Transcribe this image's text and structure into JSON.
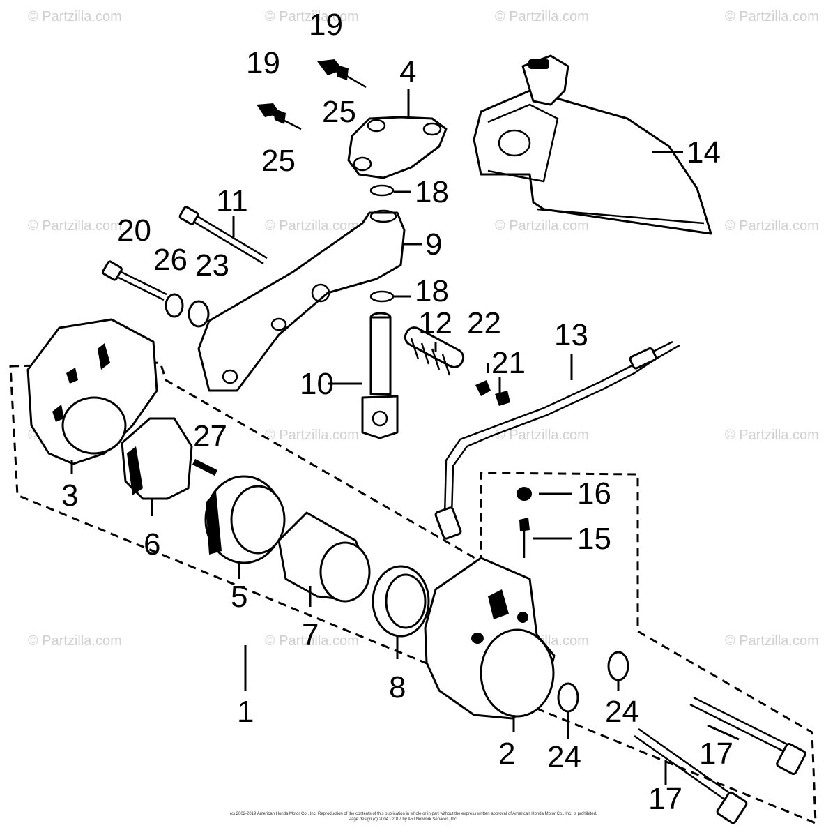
{
  "watermark": "© Partzilla.com",
  "copyright_line1": "(c) 2002-2019 American Honda Motor Co., Inc. Reproduction of the contents of this publication in whole or in part without the express written approval of American Honda Motor Co., Inc. is prohibited.",
  "copyright_line2": "Page design (c) 2004 - 2017 by ARI Network Services, Inc.",
  "callouts": {
    "p1": "1",
    "p2": "2",
    "p3": "3",
    "p4": "4",
    "p5": "5",
    "p6": "6",
    "p7": "7",
    "p8": "8",
    "p9": "9",
    "p10": "10",
    "p11": "11",
    "p12": "12",
    "p13": "13",
    "p14": "14",
    "p15": "15",
    "p16": "16",
    "p17a": "17",
    "p17b": "17",
    "p18a": "18",
    "p18b": "18",
    "p19a": "19",
    "p19b": "19",
    "p20": "20",
    "p21": "21",
    "p22": "22",
    "p23": "23",
    "p24a": "24",
    "p24b": "24",
    "p25a": "25",
    "p25b": "25",
    "p26": "26",
    "p27": "27"
  }
}
